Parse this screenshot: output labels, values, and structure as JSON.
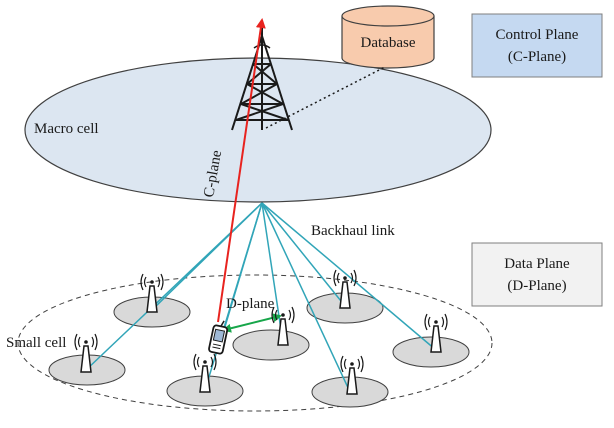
{
  "labels": {
    "database": "Database",
    "control_plane_line1": "Control Plane",
    "control_plane_line2": "(C-Plane)",
    "macro_cell": "Macro cell",
    "c_plane": "C-plane",
    "backhaul_link": "Backhaul link",
    "data_plane_line1": "Data Plane",
    "data_plane_line2": "(D-Plane)",
    "d_plane": "D-plane",
    "small_cell": "Small cell"
  },
  "colors": {
    "control_plane_fill": "#c5d9f1",
    "data_plane_fill": "#f2f2f2",
    "macro_cell_fill": "#dce6f1",
    "database_fill": "#f8cbad",
    "small_cell_fill": "#d9d9d9",
    "backhaul_link": "#31a5b8",
    "c_plane_arrow": "#e8231f",
    "d_plane_arrow": "#17a64a"
  },
  "icons": [
    "macro-tower-icon",
    "database-icon",
    "small-cell-antenna-icon",
    "mobile-phone-icon"
  ]
}
